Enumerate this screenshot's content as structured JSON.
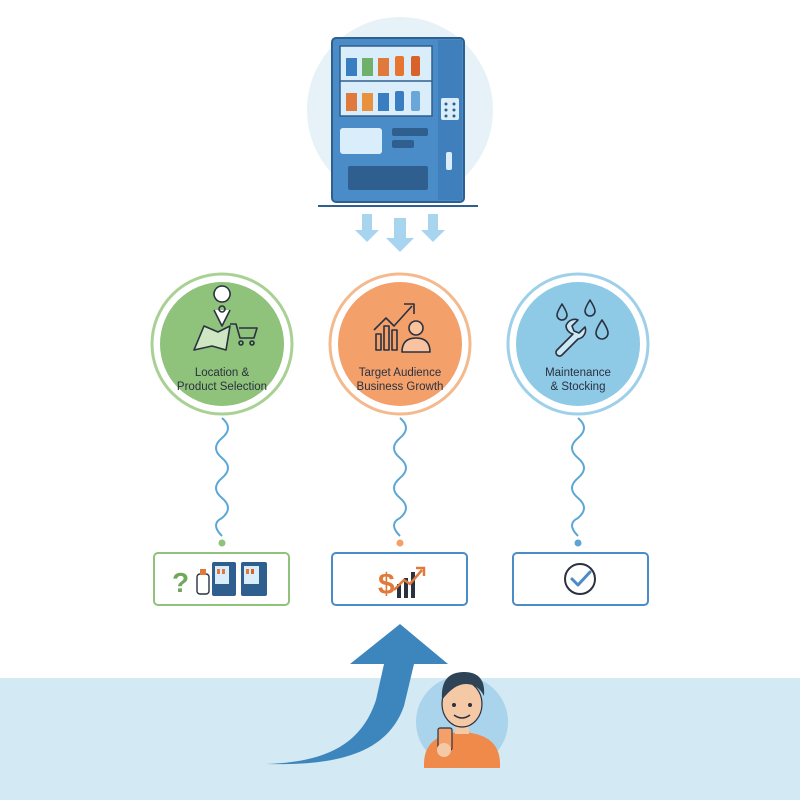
{
  "colors": {
    "green": "#8fc27a",
    "green_ring": "#a9d194",
    "orange": "#f3a06b",
    "orange_ring": "#f5b98e",
    "blue": "#8ec9e6",
    "blue_ring": "#9fd0ea",
    "machine_blue": "#4a8cc8",
    "arrow_dark": "#3d86bd",
    "ground": "#d3e9f3",
    "ink": "#2a3140"
  },
  "nodes": [
    {
      "id": "location",
      "lines": [
        "Location &",
        "Product Selection"
      ],
      "icon": "map-cart-icon",
      "tile_icon": "question-bottle-machines-icon"
    },
    {
      "id": "audience",
      "lines": [
        "Target Audience",
        "Business Growth"
      ],
      "icon": "growth-person-icon",
      "tile_icon": "dollar-growth-icon"
    },
    {
      "id": "maintenance",
      "lines": [
        "Maintenance",
        "& Stocking"
      ],
      "icon": "wrench-drops-icon",
      "tile_icon": "check-circle-icon"
    }
  ],
  "top_icon": "vending-machine-icon",
  "bottom_icons": [
    "curved-up-arrow-icon",
    "customer-avatar-icon"
  ]
}
